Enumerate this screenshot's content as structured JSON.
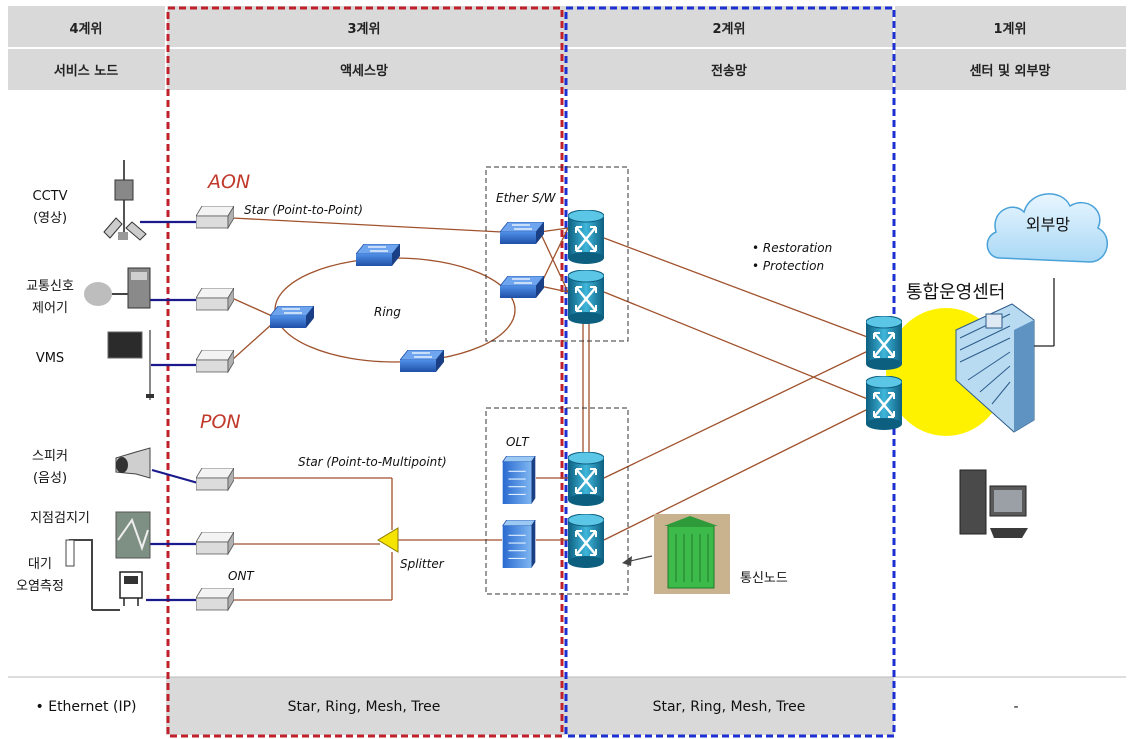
{
  "columns": [
    {
      "level": "4계위",
      "title": "서비스 노드"
    },
    {
      "level": "3계위",
      "title": "액세스망"
    },
    {
      "level": "2계위",
      "title": "전송망"
    },
    {
      "level": "1계위",
      "title": "센터 및 외부망"
    }
  ],
  "devices": {
    "cctv": "CCTV",
    "cctv_sub": "(영상)",
    "traffic": "교통신호",
    "traffic_sub": "제어기",
    "vms": "VMS",
    "speaker": "스피커",
    "speaker_sub": "(음성)",
    "detector": "지점검지기",
    "air": "대기",
    "air_sub": "오염측정"
  },
  "labels": {
    "aon": "AON",
    "pon": "PON",
    "star_p2p": "Star (Point-to-Point)",
    "star_p2mp": "Star (Point-to-Multipoint)",
    "ring": "Ring",
    "ether_sw": "Ether S/W",
    "olt": "OLT",
    "splitter": "Splitter",
    "ont": "ONT",
    "restoration": "• Restoration",
    "protection": "• Protection",
    "comm_node": "통신노드",
    "center": "통합운영센터",
    "external": "외부망"
  },
  "footer": [
    "• Ethernet (IP)",
    "Star, Ring, Mesh, Tree",
    "Star, Ring, Mesh, Tree",
    "-"
  ],
  "colors": {
    "header_bg": "#d9d9d9",
    "access_border": "#c0202a",
    "transport_border": "#1c2fd0",
    "link_brown": "#a0522d",
    "link_blue": "#1a1a8c",
    "router_teal": "#1f8fb5",
    "switch_blue": "#2d6fd0",
    "center_glow": "#fff200"
  }
}
